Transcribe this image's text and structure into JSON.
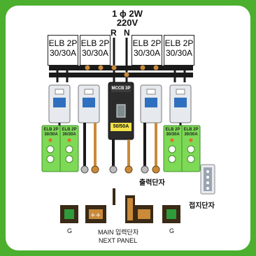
{
  "supply": {
    "phase": "1 ϕ 2W",
    "voltage": "220V",
    "r_label": "R",
    "n_label": "N"
  },
  "elb_labels": [
    {
      "line1": "ELB 2P",
      "line2": "30/30A"
    },
    {
      "line1": "ELB 2P",
      "line2": "30/30A"
    },
    {
      "line1": "ELB 2P",
      "line2": "30/30A"
    },
    {
      "line1": "ELB 2P",
      "line2": "30/30A"
    }
  ],
  "mccb": {
    "label": "MCCB 3P",
    "rating": "50/50A"
  },
  "outlet_blocks": [
    {
      "left": "ELB 2P",
      "left_rating": "30/30A",
      "right": "ELB 2P",
      "right_rating": "30/30A"
    },
    {
      "left": "ELB 2P",
      "left_rating": "30/30A",
      "right": "ELB 2P",
      "right_rating": "30/30A"
    }
  ],
  "labels": {
    "output_terminal": "출력단자",
    "ground_terminal": "접지단자",
    "main_input": "MAIN 입력단자",
    "next_panel": "NEXT PANEL",
    "g_left": "G",
    "g_right": "G"
  },
  "colors": {
    "background": "#4caf2e",
    "panel": "#ffffff",
    "bus": "#1a1a1a",
    "terminal_brass": "#c98a3a",
    "outlet_green": "#7ed957",
    "mccb_body": "#2b2b2b",
    "breaker_blue": "#2f6fbf"
  }
}
